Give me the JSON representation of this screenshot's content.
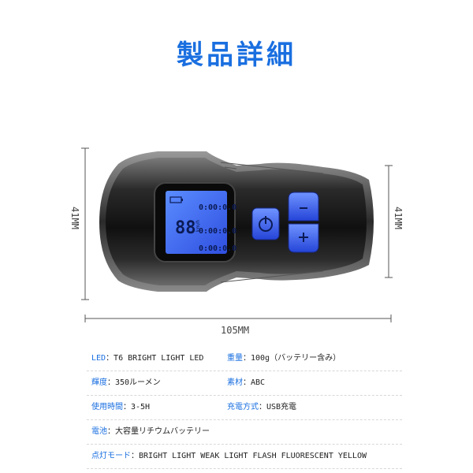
{
  "title": "製品詳細",
  "dimensions": {
    "height_left": "41MM",
    "height_right": "41MM",
    "width_bottom": "105MM"
  },
  "display": {
    "speed_digits": "88",
    "speed_unit": "km/h",
    "time_digits": "0:00:0.0",
    "time_digits_2": "0:00:0.0"
  },
  "specs": {
    "led_key": "LED",
    "led_value": "：T6 BRIGHT  LIGHT LED",
    "weight_key": "重量",
    "weight_value": "：100g（バッテリー含み）",
    "brightness_key": "輝度",
    "brightness_value": "：350ルーメン",
    "material_key": "素材",
    "material_value": "：ABC",
    "usage_key": "使用時間",
    "usage_value": "：3-5H",
    "charge_key": "充電方式",
    "charge_value": "：USB充電",
    "battery_key": "電池",
    "battery_value": "：大容量リチウムバッテリー",
    "mode_key": "点灯モード",
    "mode_value": "：BRIGHT  LIGHT   WEAK  LIGHT  FLASH   FLUORESCENT  YELLOW"
  },
  "colors": {
    "accent": "#1a6fe0",
    "screen": "#3f63f0",
    "body": "#141414"
  }
}
